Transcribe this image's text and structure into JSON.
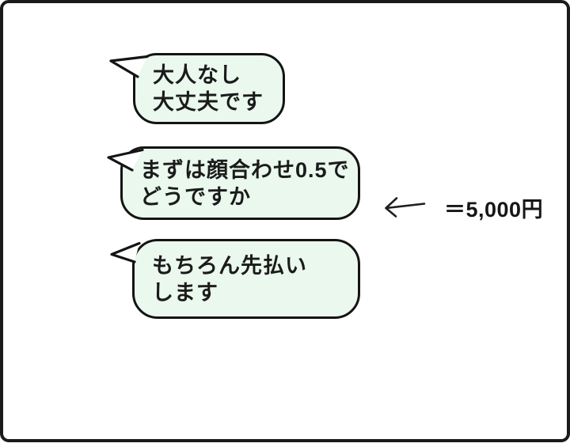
{
  "panel": {
    "background_color": "#ffffff",
    "frame_border_color": "#1a1a1a",
    "bubble_fill_color": "#eaf8ee",
    "bubble_border_color": "#141414",
    "text_color": "#1b1b1b"
  },
  "messages": [
    {
      "lines": [
        "大人なし",
        "大丈夫です"
      ]
    },
    {
      "lines": [
        "まずは顔合わせ0.5で",
        "どうですか"
      ]
    },
    {
      "lines": [
        "もちろん先払い",
        "します"
      ]
    }
  ],
  "annotation": {
    "arrow_icon": "left-arrow",
    "label": "＝5,000円"
  }
}
